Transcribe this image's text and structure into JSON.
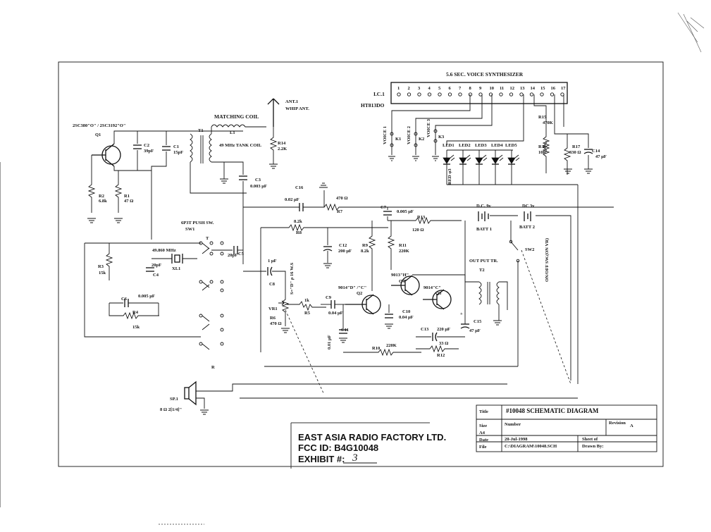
{
  "ic": {
    "title": "5.6 SEC. VOICE SYNTHESIZER",
    "ref": "I.C.1",
    "part": "HT813DO",
    "pins": [
      "1",
      "2",
      "3",
      "4",
      "5",
      "6",
      "7",
      "8",
      "9",
      "10",
      "11",
      "12",
      "13",
      "14",
      "15",
      "16",
      "17"
    ]
  },
  "antenna": {
    "ref": "ANT.1",
    "desc": "WHIP ANT."
  },
  "transistors": {
    "q1_type": "2SC380\"O\" / 2SC3192\"O\"",
    "q1": "Q1",
    "q2_type": "9014\"D\" /\"C\"",
    "q2": "Q2",
    "q3_type": "9014\"C\"",
    "q3": "Q3",
    "q4_type": "9013\"H\"",
    "q4": "Q4"
  },
  "coils": {
    "matching": "MATCHING COIL",
    "l1": "L1",
    "t1": "T1",
    "tank": "49 MHz TANK COIL",
    "out_tr": "OUT PUT TR.",
    "t2": "T2"
  },
  "caps": {
    "c1": "C1",
    "c1v": "15pF",
    "c2": "C2",
    "c2v": "39pF",
    "c3": "C3",
    "c3v": "0.003 μF",
    "c16": "C16",
    "c16v": "0.02 μF",
    "c7": "C7",
    "c7v": "0.005 μF",
    "c12": "C12",
    "c12v": "200 μF",
    "c5": "C5",
    "c5v": "20pF",
    "c4": "C4",
    "c4v": "20pF",
    "c6": "C6",
    "c6v": "0.005 μF",
    "c8": "C8",
    "c8v": "1 μF",
    "c9": "C9",
    "c9v": "0.04 μF",
    "c10": "C10",
    "c10v": "0.04 μF",
    "c11": "C11",
    "c11v": "0.01 μF",
    "c13": "C13",
    "c13v": "220 μF",
    "c15": "C15",
    "c15v": "47 μF",
    "c14": "C14",
    "c14v": "47 μF"
  },
  "resistors": {
    "r2": "R2",
    "r2v": "6.8k",
    "r1": "R1",
    "r1v": "47 Ω",
    "r14": "R14",
    "r14v": "2.2K",
    "r7": "R7",
    "r7v": "470 Ω",
    "r8": "R8",
    "r8v": "8.2k",
    "r13": "R13",
    "r13v": "120 Ω",
    "r9": "R9",
    "r9v": "8.2k",
    "r11": "R11",
    "r11v": "220K",
    "r3": "R3",
    "r3v": "15k",
    "r4": "R4",
    "r4v": "15k",
    "r5": "R5",
    "r5v": "1k",
    "r6": "R6",
    "r6v": "470 Ω",
    "vr1": "VR1",
    "r10": "R10",
    "r10v": "220K",
    "r12": "R12",
    "r12v": "33 Ω",
    "r15": "R15",
    "r15v": "470K",
    "r16": "R16",
    "r16v": "10K",
    "r17": "R17",
    "r17v": "330 Ω"
  },
  "misc": {
    "xtal_freq": "49.860 MHz",
    "xl1": "XL1",
    "sw1": "6P3T PUSH SW.",
    "sw1ref": "SW1",
    "t": "T",
    "r": "R",
    "sw_vr": "S=\"D\" ρ 16 W.S",
    "keys": [
      "VOICE 1",
      "K1",
      "VOICE 2",
      "K2",
      "VOICE 3",
      "K3"
    ],
    "leds": [
      "LED1",
      "LED2",
      "LED3",
      "LED4",
      "LED5"
    ],
    "led_color": "RED φ3",
    "batt1": "D.C. 9v",
    "batt1ref": "BATT 1",
    "batt2": "DC 3v",
    "batt2ref": "BATT 2",
    "sw2": "SW2",
    "onoff": "ON/OFF SW.(ON VR)",
    "sp1": "SP.1",
    "sp1v": "8 Ω  2[1/4]\""
  },
  "titleblock": {
    "title_lbl": "Title",
    "title": "#10048   SCHEMATIC DIAGRAM",
    "size_lbl": "Size",
    "size": "A4",
    "number_lbl": "Number",
    "rev_lbl": "Revision",
    "rev": "A",
    "date_lbl": "Date",
    "date": "20-Jul-1998",
    "file_lbl": "File",
    "file": "C:\\DIAGRAM\\10048.SCH",
    "sheet_lbl": "Sheet     of",
    "drawn_lbl": "Drawn By:"
  },
  "stamp": {
    "company": "EAST ASIA RADIO FACTORY LTD.",
    "fcc": "FCC ID: B4G10048",
    "exhibit": "EXHIBIT #:",
    "exhibit_no": "3"
  }
}
